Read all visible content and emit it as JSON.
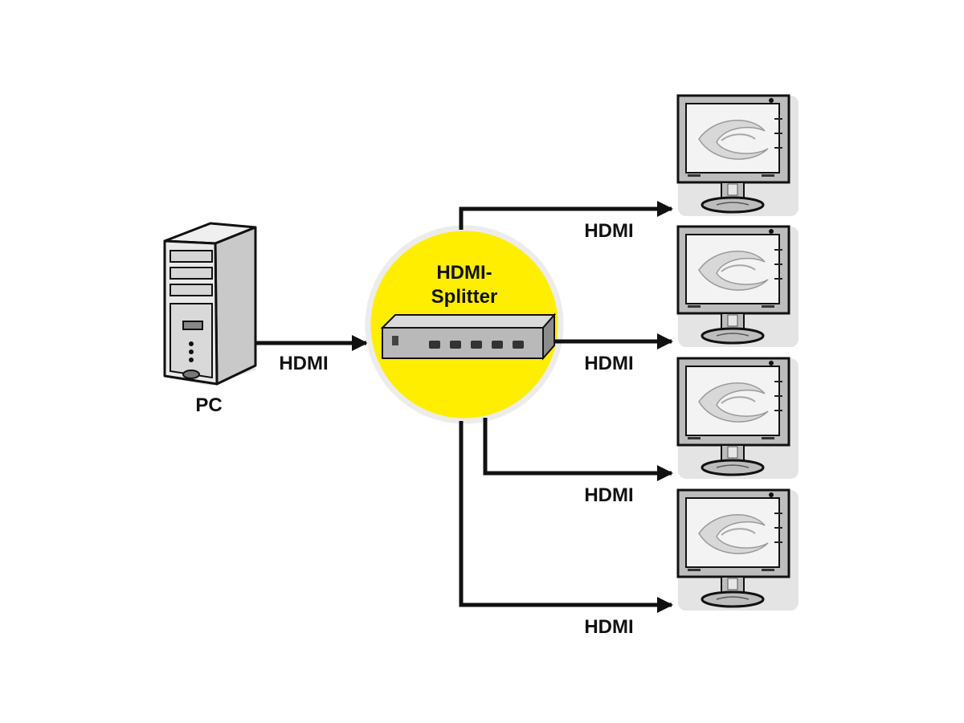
{
  "source": {
    "label": "PC",
    "icon": "pc-tower-icon",
    "cable_label": "HDMI"
  },
  "splitter": {
    "line1": "HDMI-",
    "line2": "Splitter",
    "icon": "hdmi-splitter-box-icon",
    "accent_color": "#ffee00"
  },
  "outputs": [
    {
      "cable_label": "HDMI",
      "icon": "monitor-icon"
    },
    {
      "cable_label": "HDMI",
      "icon": "monitor-icon"
    },
    {
      "cable_label": "HDMI",
      "icon": "monitor-icon"
    },
    {
      "cable_label": "HDMI",
      "icon": "monitor-icon"
    }
  ],
  "colors": {
    "line": "#111111",
    "shadow": "#e4e4e4",
    "device_fill": "#cfcfcf"
  }
}
